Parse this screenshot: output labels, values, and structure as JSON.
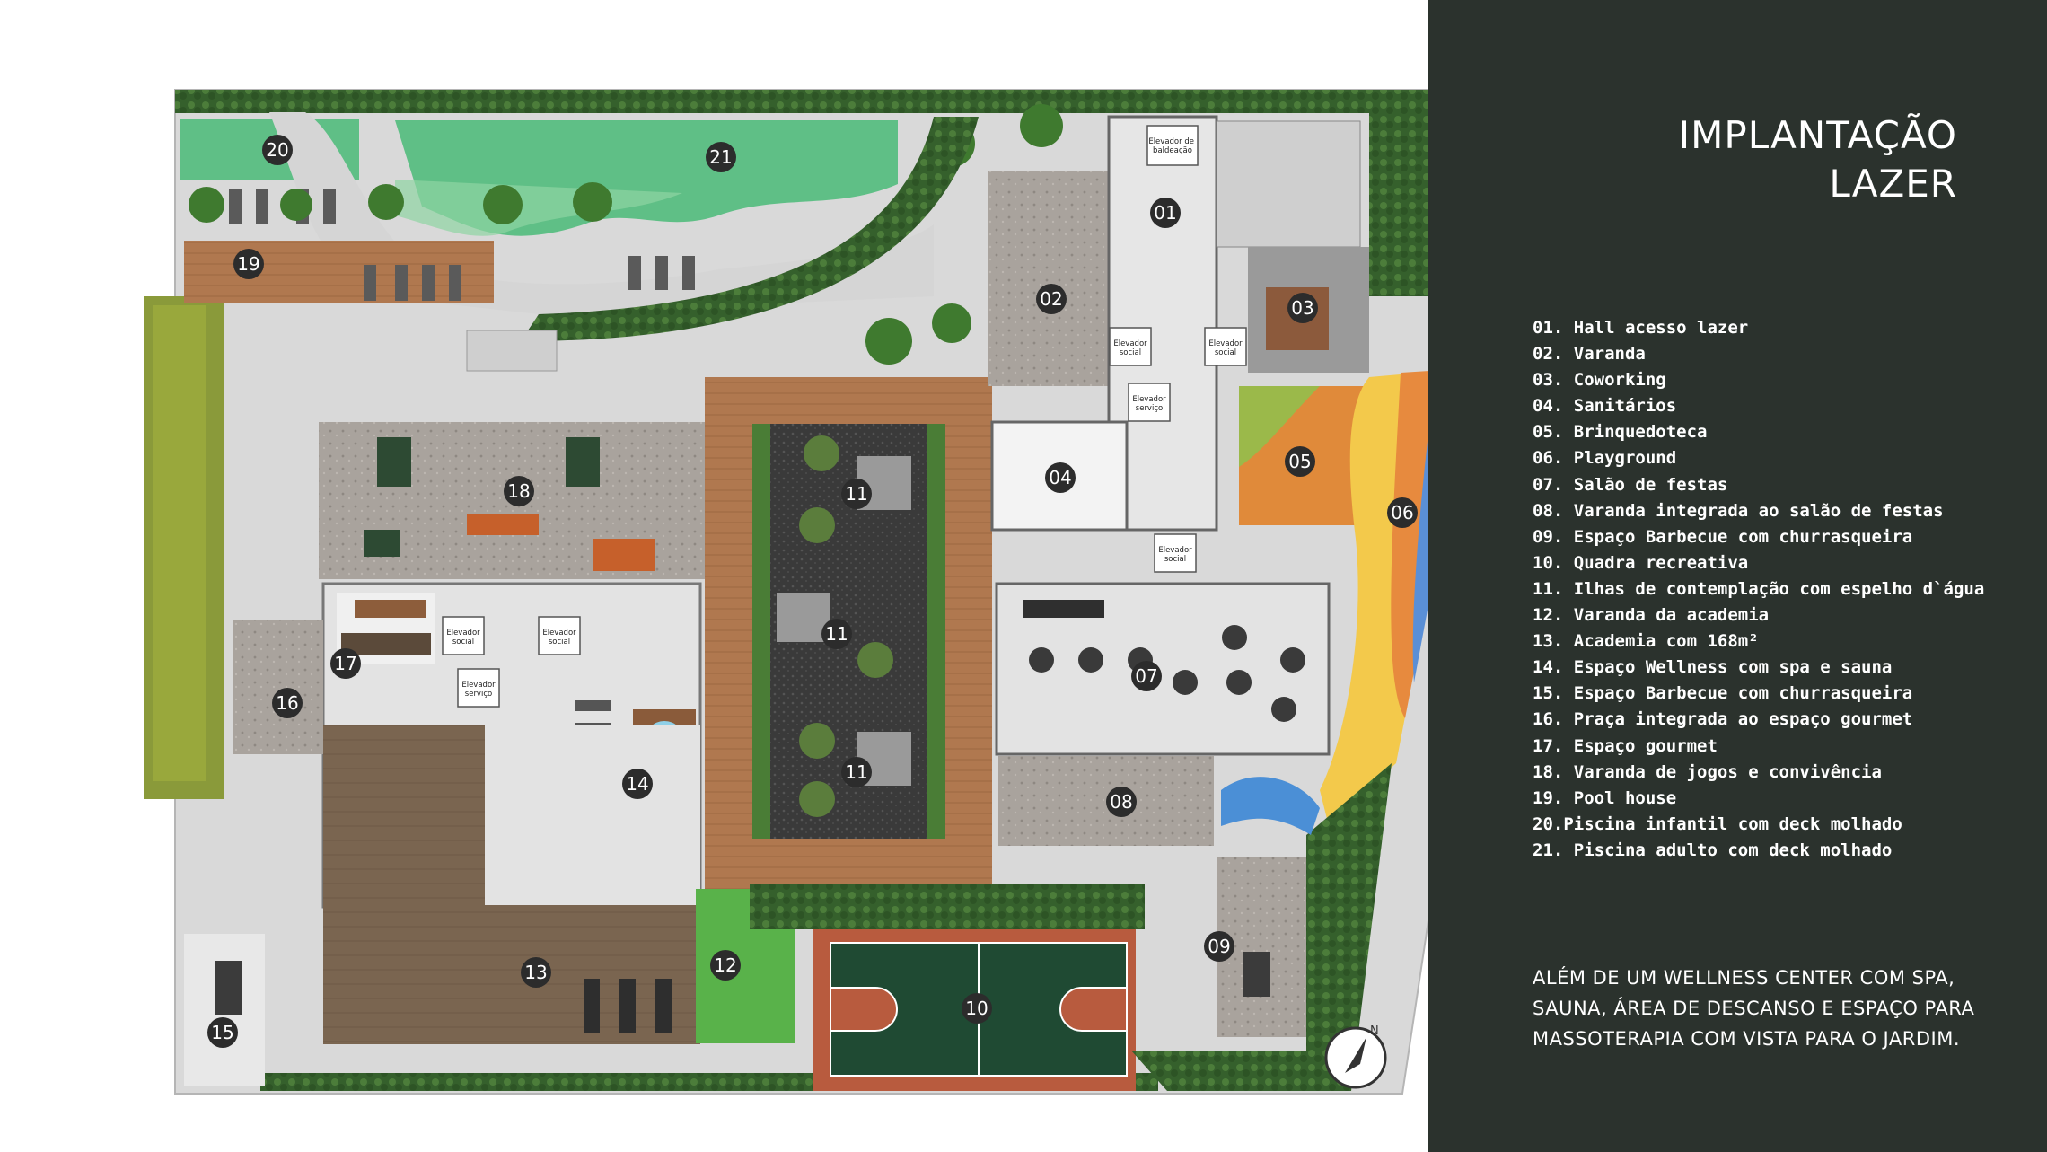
{
  "title": {
    "line1": "IMPLANTAÇÃO",
    "line2": "LAZER"
  },
  "legend": [
    "01. Hall acesso lazer",
    "02. Varanda",
    "03. Coworking",
    "04. Sanitários",
    "05. Brinquedoteca",
    "06. Playground",
    "07. Salão de festas",
    "08. Varanda integrada ao salão de festas",
    "09. Espaço Barbecue com churrasqueira",
    "10. Quadra recreativa",
    "11. Ilhas de contemplação com espelho d`água",
    "12. Varanda da academia",
    "13. Academia com 168m²",
    "14. Espaço Wellness com spa e sauna",
    "15. Espaço Barbecue com churrasqueira",
    "16. Praça integrada ao espaço gourmet",
    "17. Espaço gourmet",
    "18. Varanda de jogos e convivência",
    "19. Pool house",
    "20.Piscina infantil com deck molhado",
    "21. Piscina adulto com deck molhado"
  ],
  "description": "ALÉM DE UM WELLNESS CENTER COM SPA, SAUNA, ÁREA DE DESCANSO E ESPAÇO PARA MASSOTERAPIA COM VISTA PARA O JARDIM.",
  "markers": [
    "01",
    "02",
    "03",
    "04",
    "05",
    "06",
    "07",
    "08",
    "09",
    "10",
    "11",
    "11",
    "11",
    "12",
    "13",
    "14",
    "15",
    "16",
    "17",
    "18",
    "19",
    "20",
    "21"
  ],
  "elevators": {
    "baldeacao": "Elevador de baldeação",
    "social": "Elevador social",
    "servico": "Elevador serviço"
  },
  "compass_label": "N",
  "colors": {
    "panel": "#2b322d",
    "garden": "#3f6b34",
    "pool": "#5fbf86",
    "deck": "#b0784f",
    "court": "#1f4a33",
    "court_outer": "#b85b3e",
    "floor": "#e7e7e7",
    "stone": "#a7a19b",
    "gym_floor": "#7b6652"
  }
}
